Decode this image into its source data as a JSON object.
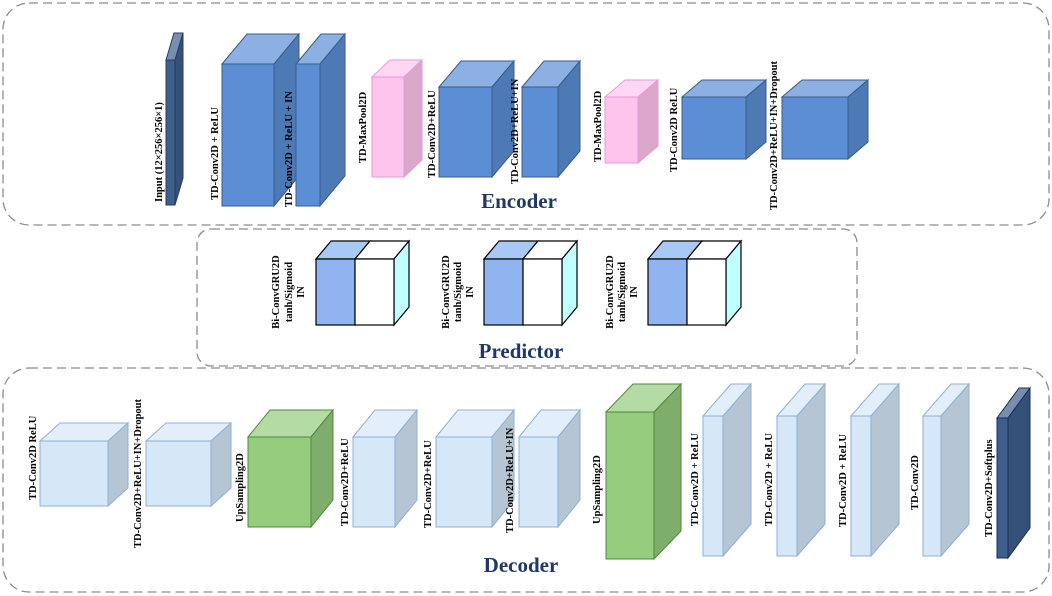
{
  "colors": {
    "input_dark": "#3e5e8e",
    "encoder_conv": "#5b8ed4",
    "maxpool": "#ffc4ee",
    "gru_front_left": "#8fb4f0",
    "gru_top_left": "#a8c8f5",
    "gru_right": "#c0ffff",
    "decoder_conv": "#d6e8f8",
    "upsampling": "#95cc7e",
    "section_title": "#1f3864",
    "border": "#8c8c8c"
  },
  "sections": {
    "encoder": {
      "title": "Encoder"
    },
    "predictor": {
      "title": "Predictor"
    },
    "decoder": {
      "title": "Decoder"
    }
  },
  "encoder_layers": [
    {
      "label": "Input (12×256×256×1)",
      "kind": "input"
    },
    {
      "label": "TD-Conv2D + ReLU",
      "kind": "conv"
    },
    {
      "label": "TD-Conv2D + ReLU + IN",
      "kind": "conv"
    },
    {
      "label": "TD-MaxPool2D",
      "kind": "pool"
    },
    {
      "label": "TD-Conv2D+ReLU",
      "kind": "conv"
    },
    {
      "label": "TD-Conv2D+ReLU+IN",
      "kind": "conv"
    },
    {
      "label": "TD-MaxPool2D",
      "kind": "pool"
    },
    {
      "label": "TD-Conv2D ReLU",
      "kind": "conv"
    },
    {
      "label": "TD-Conv2D+ReLU+IN+Dropout",
      "kind": "conv"
    }
  ],
  "predictor_layers": [
    {
      "lines": [
        "Bi-ConvGRU2D",
        "tanh/Sigmoid",
        "IN"
      ]
    },
    {
      "lines": [
        "Bi-ConvGRU2D",
        "tanh/Sigmoid",
        "IN"
      ]
    },
    {
      "lines": [
        "Bi-ConvGRU2D",
        "tanh/Sigmoid",
        "IN"
      ]
    }
  ],
  "decoder_layers": [
    {
      "label": "TD-Conv2D ReLU",
      "kind": "conv"
    },
    {
      "label": "TD-Conv2D+ReLU+IN+Dropout",
      "kind": "conv"
    },
    {
      "label": "UpSampling2D",
      "kind": "up"
    },
    {
      "label": "TD-Conv2D+ReLU",
      "kind": "conv"
    },
    {
      "label": "TD-Conv2D+ReLU",
      "kind": "conv"
    },
    {
      "label": "TD-Conv2D+ReLU+IN",
      "kind": "conv"
    },
    {
      "label": "UpSampling2D",
      "kind": "up"
    },
    {
      "label": "TD-Conv2D + ReLU",
      "kind": "conv"
    },
    {
      "label": "TD-Conv2D + ReLU",
      "kind": "conv"
    },
    {
      "label": "TD-Conv2D + ReLU",
      "kind": "conv"
    },
    {
      "label": "TD-Conv2D",
      "kind": "conv"
    },
    {
      "label": "TD-Conv2D+Softplus",
      "kind": "output"
    }
  ]
}
